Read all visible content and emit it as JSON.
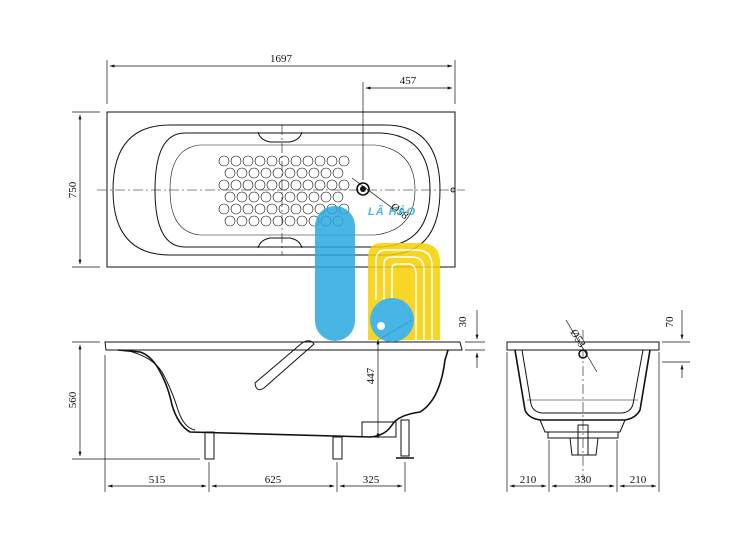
{
  "diagram": {
    "top_view": {
      "length_label": "1697",
      "drain_offset_label": "457",
      "width_label": "750",
      "drain_diameter_label": "Ø58"
    },
    "side_view": {
      "height_label": "560",
      "rim_label": "30",
      "drain_height_label": "447",
      "segments": [
        "515",
        "625",
        "325"
      ]
    },
    "end_view": {
      "drain_diameter_label": "Ø53",
      "rim_label": "70",
      "segments": [
        "210",
        "330",
        "210"
      ]
    }
  },
  "watermark": {
    "text": "LÃ HẢO",
    "colors": {
      "blue": "#29a9e0",
      "yellow": "#f6d000"
    }
  }
}
